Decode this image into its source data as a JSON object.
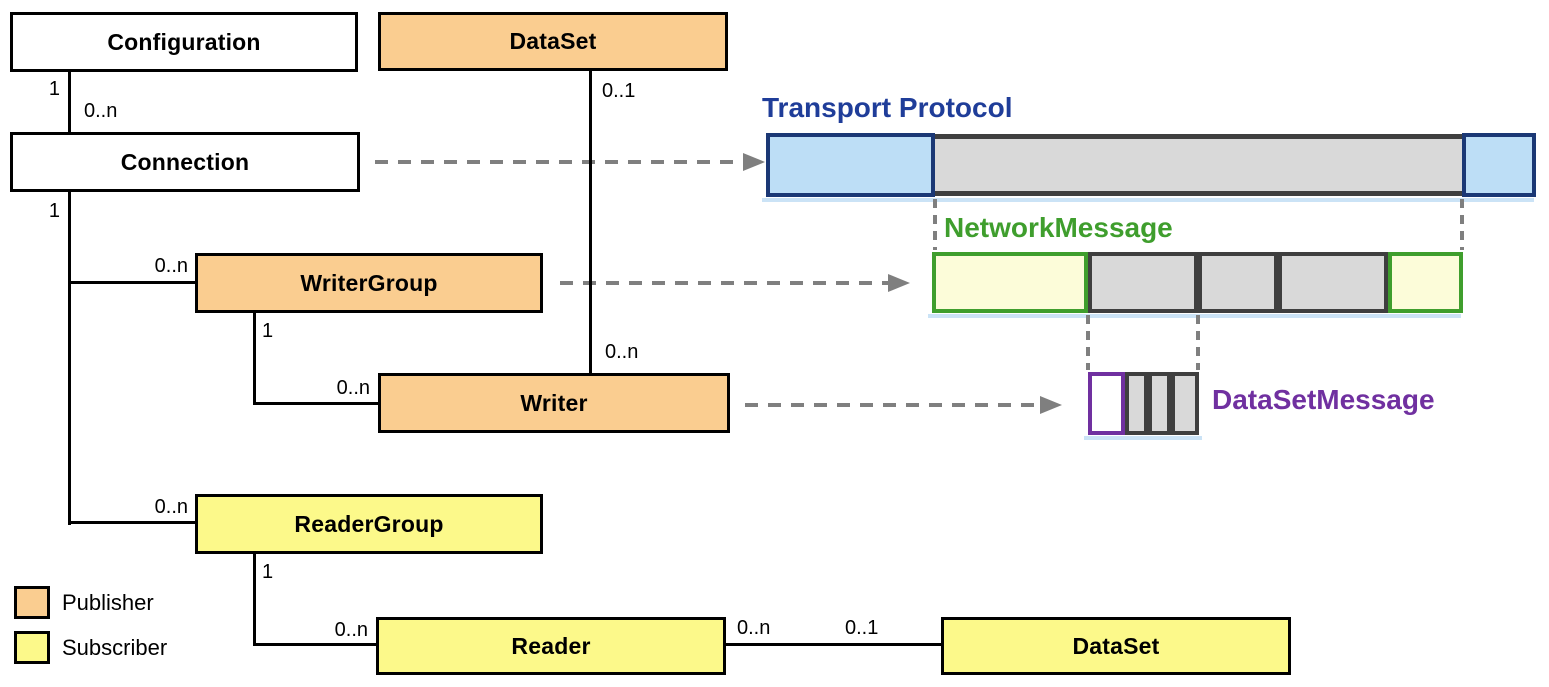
{
  "nodes": {
    "configuration": "Configuration",
    "dataset_top": "DataSet",
    "connection": "Connection",
    "writergroup": "WriterGroup",
    "writer": "Writer",
    "readergroup": "ReaderGroup",
    "reader": "Reader",
    "dataset_bottom": "DataSet"
  },
  "multiplicities": {
    "config_connection_1": "1",
    "config_connection_n": "0..n",
    "connection_1": "1",
    "writergroup_n": "0..n",
    "writergroup_1": "1",
    "writer_n": "0..n",
    "dataset_writer_01": "0..1",
    "dataset_writer_n": "0..n",
    "readergroup_n": "0..n",
    "readergroup_1": "1",
    "reader_n": "0..n",
    "reader_dataset_n": "0..n",
    "reader_dataset_01": "0..1"
  },
  "message_labels": {
    "transport_protocol": "Transport Protocol",
    "network_message": "NetworkMessage",
    "dataset_message": "DataSetMessage"
  },
  "legend": {
    "publisher": "Publisher",
    "subscriber": "Subscriber"
  },
  "colors": {
    "publisher_fill": "#FACD90",
    "subscriber_fill": "#FCF98A",
    "node_border": "#000000",
    "transport_fill": "#BDDEF6",
    "transport_border": "#1B3875",
    "transport_label": "#1F3D99",
    "network_fill": "#FCFCD9",
    "network_border": "#3F9E2D",
    "dataset_message_border": "#7030A0",
    "dataset_message_label": "#7030A0",
    "payload_fill": "#D9D9D9",
    "payload_border": "#3F3F3F",
    "arrow": "#7F7F7F",
    "bar_shadow": "#CBE3F6"
  }
}
